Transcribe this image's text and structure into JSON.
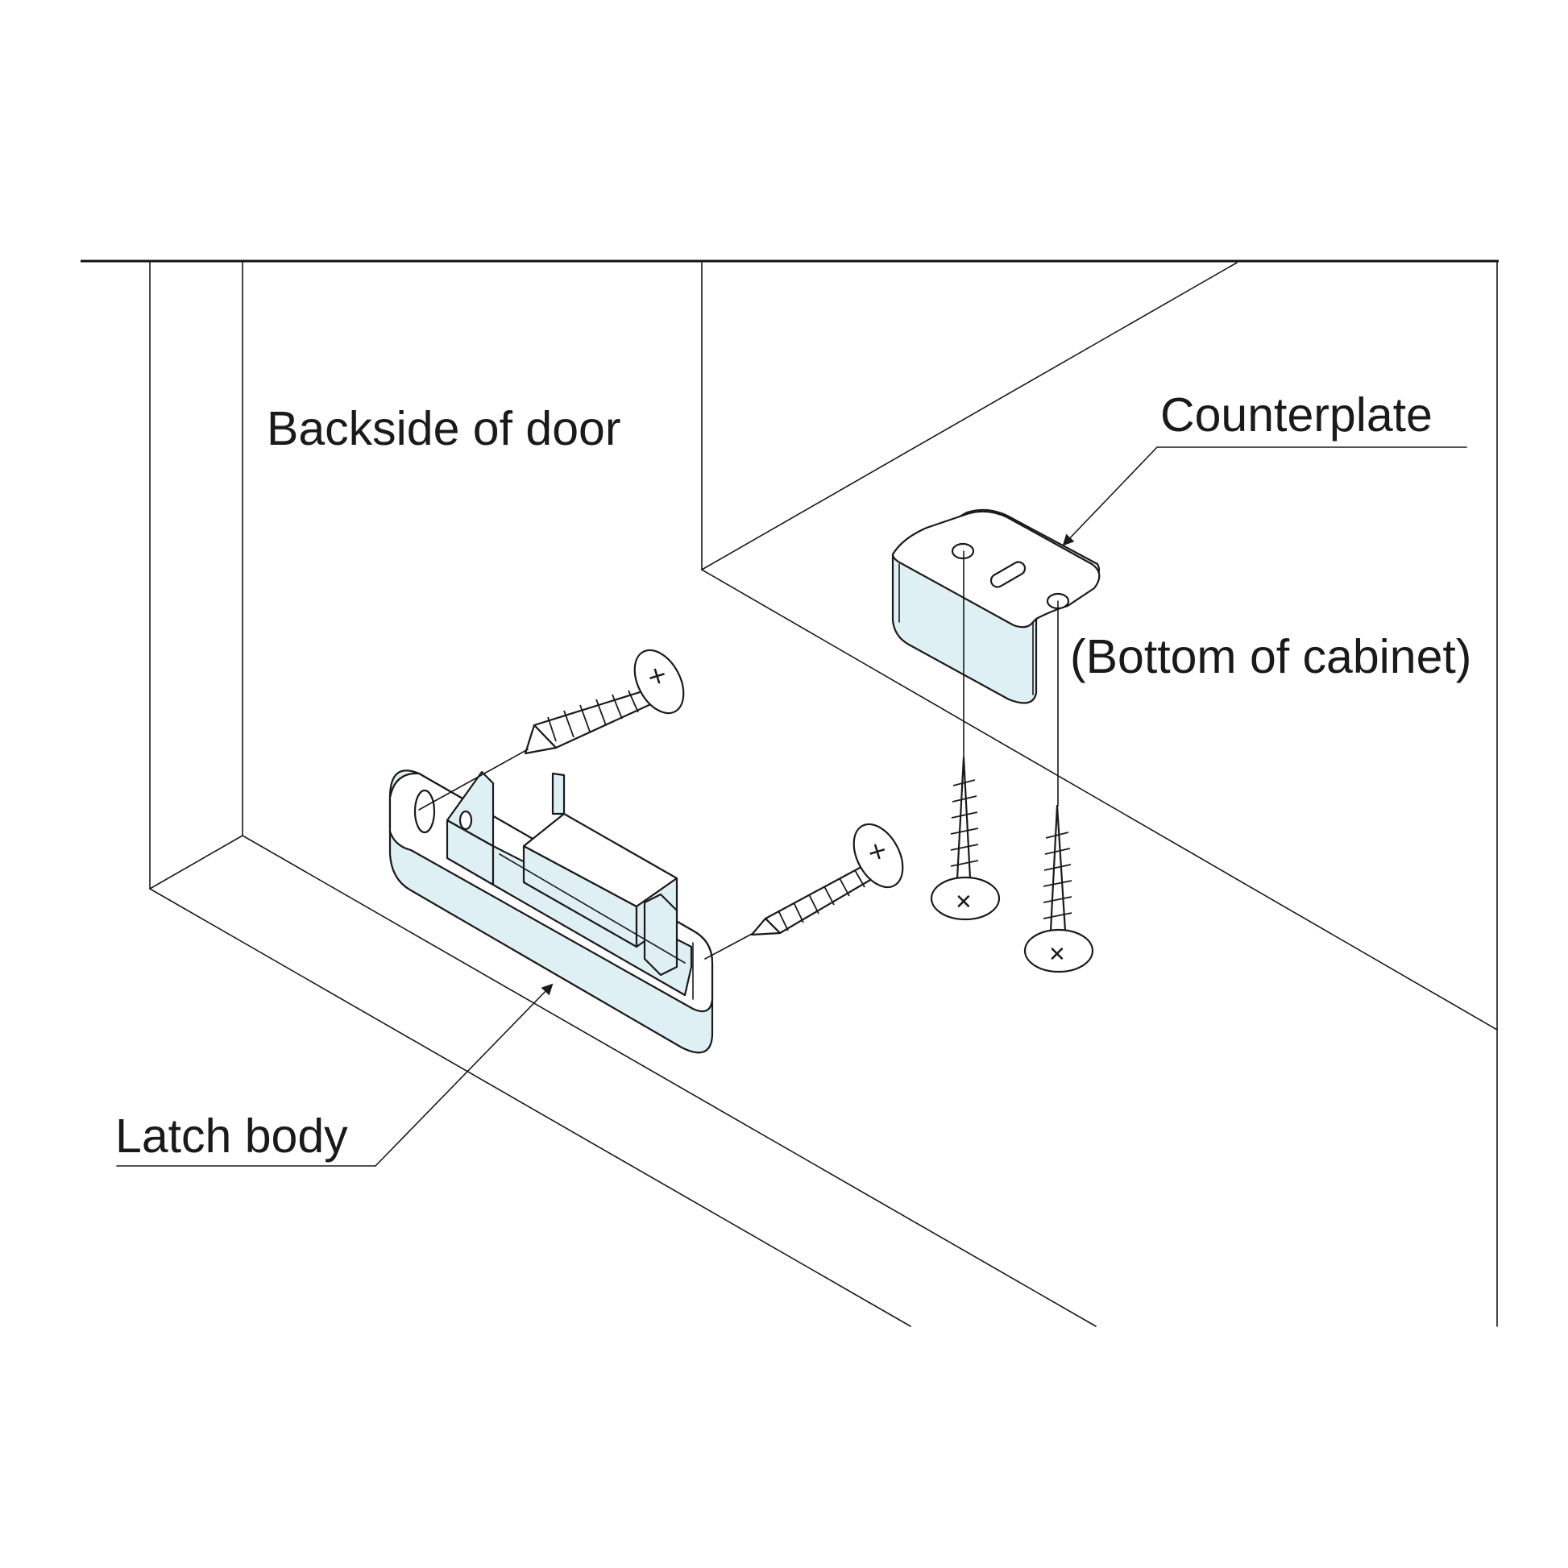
{
  "labels": {
    "backside_of_door": "Backside of door",
    "counterplate": "Counterplate",
    "bottom_of_cabinet": "(Bottom of cabinet)",
    "latch_body": "Latch body"
  },
  "colors": {
    "part_fill": "#dff0f4",
    "line": "#1a1a1a",
    "background": "#ffffff"
  }
}
